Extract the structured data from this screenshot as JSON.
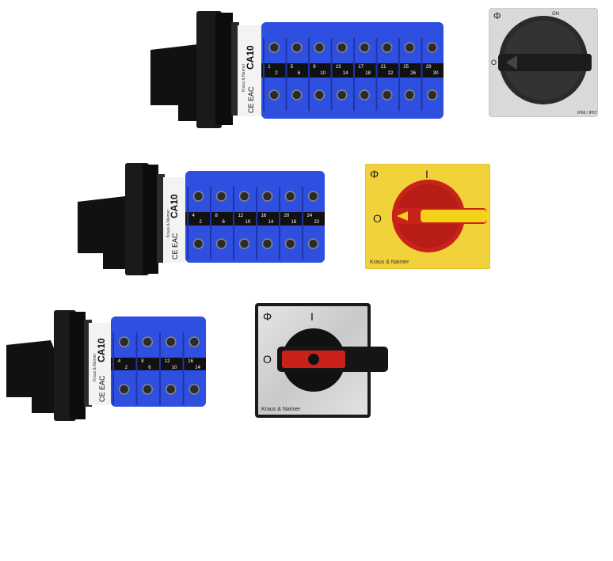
{
  "products": [
    {
      "model": "CA10",
      "brand": "Kraus & Naimer",
      "cert": "CE EAC",
      "stages": 8,
      "terminal_numbers_top": [
        "2",
        "6",
        "10",
        "14",
        "18",
        "22",
        "26",
        "30"
      ],
      "terminal_numbers_bottom": [
        "1",
        "5",
        "9",
        "13",
        "17",
        "21",
        "25",
        "29"
      ],
      "front_plate": {
        "style": "grey",
        "symbol_off": "O",
        "symbol_on": "ON",
        "top_left": "Φ",
        "rating": "IP66 / IP67"
      }
    },
    {
      "model": "CA10",
      "brand": "Kraus & Naimer",
      "cert": "CE EAC",
      "stages": 6,
      "terminal_numbers_top": [
        "2",
        "6",
        "10",
        "14",
        "18",
        "22"
      ],
      "terminal_numbers_bottom": [
        "4",
        "8",
        "12",
        "16",
        "20",
        "24"
      ],
      "front_plate": {
        "style": "yellow-red",
        "symbol_off": "O",
        "symbol_on": "I",
        "top_left": "Φ",
        "brand": "Kraus & Naimer"
      }
    },
    {
      "model": "CA10",
      "brand": "Kraus & Naimer",
      "cert": "CE EAC",
      "stages": 4,
      "terminal_numbers_top": [
        "2",
        "6",
        "10",
        "14"
      ],
      "terminal_numbers_bottom": [
        "4",
        "8",
        "12",
        "16"
      ],
      "front_plate": {
        "style": "steel",
        "symbol_off": "O",
        "symbol_on": "I",
        "top_left": "Φ",
        "brand": "Kraus & Naimer"
      }
    }
  ],
  "colors": {
    "block_blue": "#2f4fe0",
    "block_dark_blue": "#1f34a8",
    "handle_black": "#141414",
    "plate_grey": "#d9d9d9",
    "plate_yellow": "#f2d23a",
    "knob_red": "#c8221a",
    "lever_yellow": "#f5d21a"
  }
}
